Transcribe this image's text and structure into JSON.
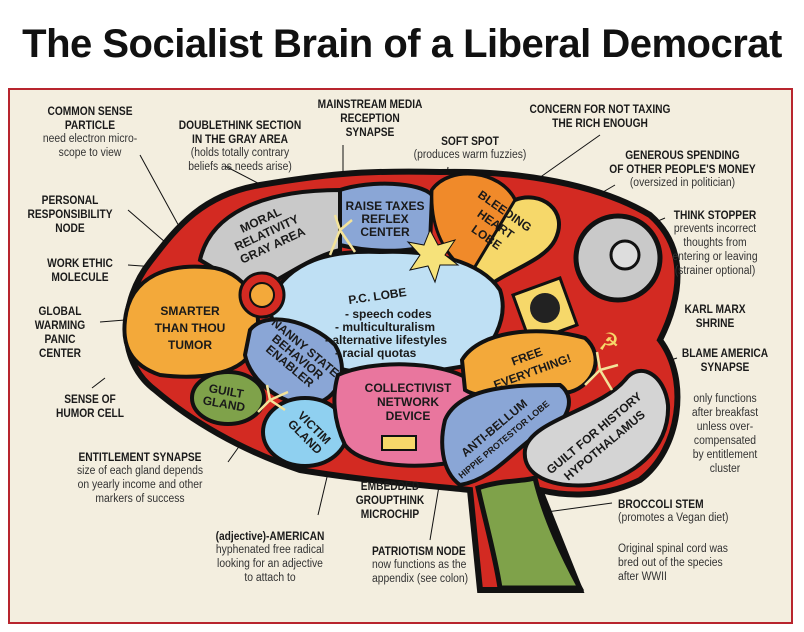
{
  "title": "The Socialist Brain of a Liberal Democrat",
  "colors": {
    "frame": "#b8252e",
    "background": "#f3eedf",
    "gray": "#c9c9c9",
    "blue": "#8aa6d6",
    "lightblue": "#bfe0f4",
    "orange": "#f3a93a",
    "yellow": "#f6d86a",
    "pink": "#e9769e",
    "green": "#7fa24a",
    "red": "#d32a22"
  },
  "callouts": {
    "common_sense": {
      "title": "COMMON SENSE\nPARTICLE",
      "desc": "need electron micro-\nscope to view"
    },
    "doublethink": {
      "title": "DOUBLETHINK SECTION\nIN THE GRAY AREA",
      "desc": "(holds totally contrary\nbeliefs as needs arise)"
    },
    "mainstream_media": {
      "title": "MAINSTREAM MEDIA\nRECEPTION\nSYNAPSE"
    },
    "soft_spot": {
      "title": "SOFT SPOT",
      "desc": "(produces warm fuzzies)"
    },
    "concern_taxing": {
      "title": "CONCERN FOR NOT TAXING\nTHE RICH ENOUGH"
    },
    "generous_spending": {
      "title": "GENEROUS SPENDING\nOF OTHER PEOPLE'S MONEY",
      "desc": "(oversized in politician)"
    },
    "think_stopper": {
      "title": "THINK STOPPER",
      "desc": "prevents incorrect\nthoughts from\nentering or leaving\n(strainer optional)"
    },
    "karl_marx": {
      "title": "KARL MARX\nSHRINE"
    },
    "blame_america": {
      "title": "BLAME AMERICA\nSYNAPSE"
    },
    "only_functions": {
      "desc": "only functions\nafter breakfast\nunless over-\ncompensated\nby entitlement\ncluster"
    },
    "broccoli": {
      "title": "BROCCOLI STEM",
      "desc": "(promotes a Vegan diet)"
    },
    "spinal_cord": {
      "desc": "Original spinal cord was\nbred out of the species\nafter WWII"
    },
    "personal_resp": {
      "title": "PERSONAL\nRESPONSIBILITY\nNODE"
    },
    "work_ethic": {
      "title": "WORK ETHIC\nMOLECULE"
    },
    "global_warming": {
      "title": "GLOBAL\nWARMING\nPANIC\nCENTER"
    },
    "humor_cell": {
      "title": "SENSE OF\nHUMOR CELL"
    },
    "entitlement": {
      "title": "ENTITLEMENT SYNAPSE",
      "desc": "size of each gland depends\non yearly income and other\nmarkers of success"
    },
    "adjective_american": {
      "title": "(adjective)-AMERICAN",
      "desc": "hyphenated free radical\nlooking for an adjective\nto attach to"
    },
    "groupthink": {
      "title": "EMBEDDED\nGROUPTHINK\nMICROCHIP"
    },
    "patriotism": {
      "title": "PATRIOTISM NODE",
      "desc": "now functions as the\nappendix (see colon)"
    }
  },
  "regions": {
    "moral": [
      "MORAL",
      "RELATIVITY",
      "GRAY AREA"
    ],
    "raise_taxes": [
      "RAISE TAXES",
      "REFLEX",
      "CENTER"
    ],
    "bleeding": [
      "BLEEDING",
      "HEART",
      "LOBE"
    ],
    "pc_lobe": {
      "title": "P.C. LOBE",
      "items": [
        "- speech codes",
        "- multiculturalism",
        "- alternative lifestyles",
        "- racial quotas"
      ]
    },
    "smarter": [
      "SMARTER",
      "THAN THOU",
      "TUMOR"
    ],
    "nanny": [
      "NANNY STATE",
      "BEHAVIOR",
      "ENABLER"
    ],
    "guilt_gland": [
      "GUILT",
      "GLAND"
    ],
    "victim": [
      "VICTIM",
      "GLAND"
    ],
    "collectivist": [
      "COLLECTIVIST",
      "NETWORK",
      "DEVICE"
    ],
    "free": [
      "FREE",
      "EVERYTHING!"
    ],
    "anti_bellum": [
      "ANTI-BELLUM",
      "HIPPIE PROTESTOR LOBE"
    ],
    "guilt_history": [
      "GUILT FOR HISTORY",
      "HYPOTHALAMUS"
    ]
  }
}
